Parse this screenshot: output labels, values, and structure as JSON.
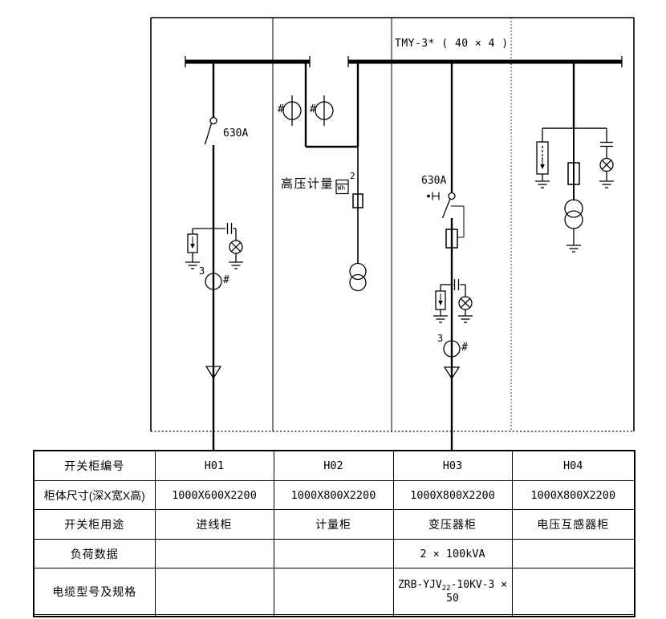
{
  "diagram": {
    "busbar_label": "TMY-3* ( 40 × 4 )",
    "h01": {
      "switch_rating": "630A",
      "ct_count": "3",
      "ct_mark": "#"
    },
    "h02": {
      "metering_label": "高压计量",
      "meter_label": "Wh",
      "meter_count": "2",
      "pt_mark_1": "#",
      "pt_mark_2": "#"
    },
    "h03": {
      "switch_rating": "630A",
      "ct_count": "3",
      "ct_mark": "#"
    }
  },
  "table": {
    "rows": [
      {
        "label": "开关柜编号",
        "values": [
          "H01",
          "H02",
          "H03",
          "H04"
        ]
      },
      {
        "label": "柜体尺寸(深X宽X高)",
        "values": [
          "1000X600X2200",
          "1000X800X2200",
          "1000X800X2200",
          "1000X800X2200"
        ]
      },
      {
        "label": "开关柜用途",
        "values": [
          "进线柜",
          "计量柜",
          "变压器柜",
          "电压互感器柜"
        ]
      },
      {
        "label": "负荷数据",
        "values": [
          "",
          "",
          "2 × 100kVA",
          ""
        ]
      },
      {
        "label": "电缆型号及规格",
        "values": [
          "",
          "",
          "",
          ""
        ]
      },
      {
        "label": "",
        "values": [
          "",
          "",
          "",
          ""
        ]
      }
    ],
    "cable_spec": {
      "pre": "ZRB-YJV",
      "sub": "22",
      "post": "-10KV-3 × 50"
    }
  },
  "colors": {
    "line": "#000000",
    "background": "#ffffff"
  }
}
